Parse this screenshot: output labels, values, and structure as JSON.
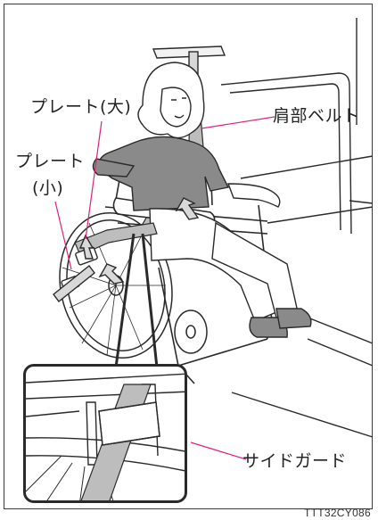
{
  "labels": {
    "plate_large": "プレート(大)",
    "plate_small_line1": "プレート",
    "plate_small_line2": "(小)",
    "shoulder_belt": "肩部ベルト",
    "side_guard": "サイドガード"
  },
  "figure_code": "TTT32CY086",
  "colors": {
    "leader_line": "#e0217a",
    "arrow_fill": "#d9d9d9",
    "outline": "#2a2a2a",
    "belt": "#bdbdbd",
    "sweater": "#8a8a8a"
  }
}
